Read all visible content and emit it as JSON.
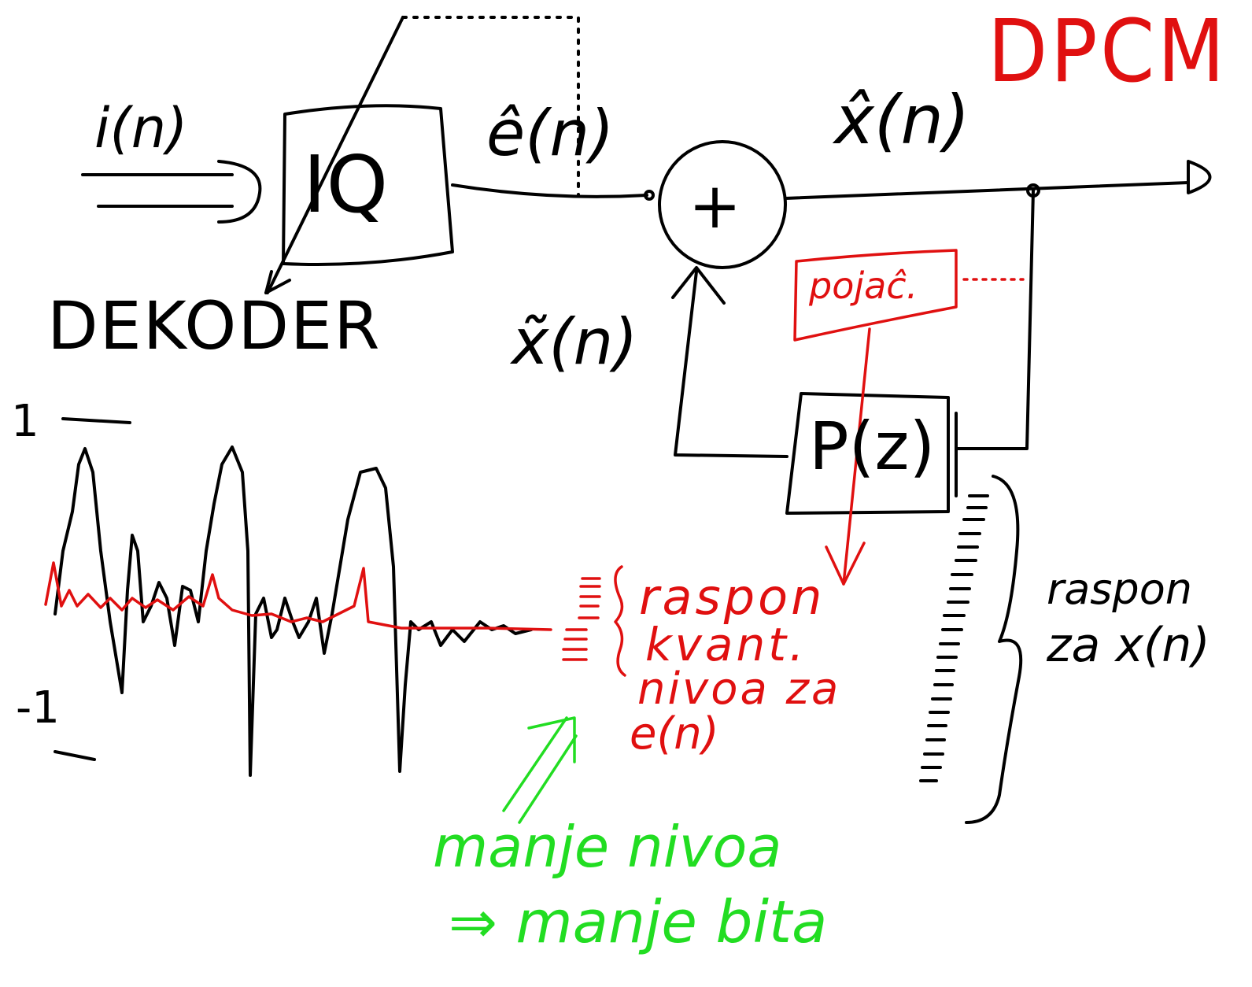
{
  "title": {
    "text": "DPCM",
    "color": "#e01010"
  },
  "inputs": {
    "signal": "i(n)"
  },
  "blocks": {
    "iq": "IQ",
    "adder": "+",
    "predictor": "P(z)",
    "gain": "pojaĉ."
  },
  "signals": {
    "e_hat": "ê(n)",
    "x_hat": "x̂(n)",
    "x_tilde": "x̃(n)"
  },
  "labels": {
    "decoder": "DEKODER",
    "plot_top": "1",
    "plot_bottom": "-1",
    "x_range_line1": "raspon",
    "x_range_line2": "za x(n)",
    "e_range_line1": "raspon",
    "e_range_line2": "kvant.",
    "e_range_line3": "nivoa za",
    "e_range_line4": "e(n)",
    "note_line1": "manje nivoa",
    "note_line2": "⇒ manje bita"
  },
  "colors": {
    "ink": "#000000",
    "red": "#e01010",
    "green": "#22dd22"
  }
}
